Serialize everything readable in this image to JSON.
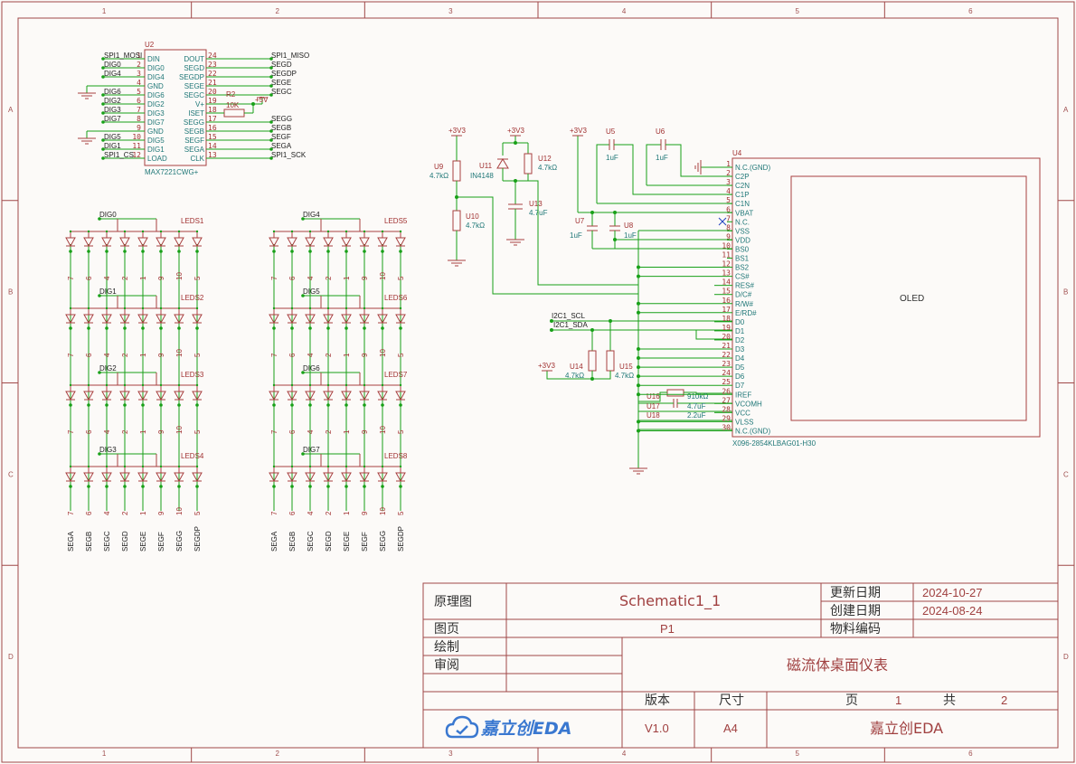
{
  "frame": {
    "col_labels": [
      "1",
      "2",
      "3",
      "4",
      "5",
      "6"
    ],
    "row_labels": [
      "A",
      "B",
      "C",
      "D"
    ]
  },
  "u2": {
    "designator": "U2",
    "part": "MAX7221CWG+",
    "left_pins": [
      {
        "num": "1",
        "name": "DIN",
        "net": "SPI1_MOSI"
      },
      {
        "num": "2",
        "name": "DIG0",
        "net": "DIG0"
      },
      {
        "num": "3",
        "name": "DIG4",
        "net": "DIG4"
      },
      {
        "num": "4",
        "name": "GND",
        "net": ""
      },
      {
        "num": "5",
        "name": "DIG6",
        "net": "DIG6"
      },
      {
        "num": "6",
        "name": "DIG2",
        "net": "DIG2"
      },
      {
        "num": "7",
        "name": "DIG3",
        "net": "DIG3"
      },
      {
        "num": "8",
        "name": "DIG7",
        "net": "DIG7"
      },
      {
        "num": "9",
        "name": "GND",
        "net": ""
      },
      {
        "num": "10",
        "name": "DIG5",
        "net": "DIG5"
      },
      {
        "num": "11",
        "name": "DIG1",
        "net": "DIG1"
      },
      {
        "num": "12",
        "name": "LOAD",
        "net": "SPI1_CS"
      }
    ],
    "right_pins": [
      {
        "num": "24",
        "name": "DOUT",
        "net": "SPI1_MISO"
      },
      {
        "num": "23",
        "name": "SEGD",
        "net": "SEGD"
      },
      {
        "num": "22",
        "name": "SEGDP",
        "net": "SEGDP"
      },
      {
        "num": "21",
        "name": "SEGE",
        "net": "SEGE"
      },
      {
        "num": "20",
        "name": "SEGC",
        "net": "SEGC"
      },
      {
        "num": "19",
        "name": "V+",
        "net": ""
      },
      {
        "num": "18",
        "name": "ISET",
        "net": ""
      },
      {
        "num": "17",
        "name": "SEGG",
        "net": "SEGG"
      },
      {
        "num": "16",
        "name": "SEGB",
        "net": "SEGB"
      },
      {
        "num": "15",
        "name": "SEGF",
        "net": "SEGF"
      },
      {
        "num": "14",
        "name": "SEGA",
        "net": "SEGA"
      },
      {
        "num": "13",
        "name": "CLK",
        "net": "SPI1_SCK"
      }
    ],
    "r2_des": "R2",
    "r2_val": "10K",
    "vplus": "+5V"
  },
  "leds": {
    "blocks": [
      {
        "des": "LEDS1",
        "dig": "DIG0"
      },
      {
        "des": "LEDS2",
        "dig": "DIG1"
      },
      {
        "des": "LEDS3",
        "dig": "DIG2"
      },
      {
        "des": "LEDS4",
        "dig": "DIG3"
      },
      {
        "des": "LEDS5",
        "dig": "DIG4"
      },
      {
        "des": "LEDS6",
        "dig": "DIG5"
      },
      {
        "des": "LEDS7",
        "dig": "DIG6"
      },
      {
        "des": "LEDS8",
        "dig": "DIG7"
      }
    ],
    "pin_nums": [
      "7",
      "6",
      "4",
      "2",
      "1",
      "9",
      "10",
      "5"
    ],
    "seg_nets": [
      "SEGA",
      "SEGB",
      "SEGC",
      "SEGD",
      "SEGE",
      "SEGF",
      "SEGG",
      "SEGDP"
    ]
  },
  "power": {
    "v33": "+3V3",
    "u9": {
      "des": "U9",
      "val": "4.7kΩ"
    },
    "u10": {
      "des": "U10",
      "val": "4.7kΩ"
    },
    "u11": {
      "des": "U11",
      "val": "IN4148"
    },
    "u12": {
      "des": "U12",
      "val": "4.7kΩ"
    },
    "u13": {
      "des": "U13",
      "val": "4.7uF"
    },
    "u5": {
      "des": "U5",
      "val": "1uF"
    },
    "u6": {
      "des": "U6",
      "val": "1uF"
    },
    "u7": {
      "des": "U7",
      "val": "1uF"
    },
    "u8": {
      "des": "U8",
      "val": "1uF"
    },
    "u14": {
      "des": "U14",
      "val": "4.7kΩ"
    },
    "u15": {
      "des": "U15",
      "val": "4.7kΩ"
    },
    "u16": {
      "des": "U16",
      "val": "910kΩ"
    },
    "u17": {
      "des": "U17",
      "val": "4.7uF"
    },
    "u18": {
      "des": "U18",
      "val": "2.2uF"
    },
    "i2c_scl": "I2C1_SCL",
    "i2c_sda": "I2C1_SDA"
  },
  "u4": {
    "designator": "U4",
    "part": "X096-2854KLBAG01-H30",
    "label": "OLED",
    "pins": [
      {
        "num": "1",
        "name": "N.C.(GND)"
      },
      {
        "num": "2",
        "name": "C2P"
      },
      {
        "num": "3",
        "name": "C2N"
      },
      {
        "num": "4",
        "name": "C1P"
      },
      {
        "num": "5",
        "name": "C1N"
      },
      {
        "num": "6",
        "name": "VBAT"
      },
      {
        "num": "7",
        "name": "N.C."
      },
      {
        "num": "8",
        "name": "VSS"
      },
      {
        "num": "9",
        "name": "VDD"
      },
      {
        "num": "10",
        "name": "BS0"
      },
      {
        "num": "11",
        "name": "BS1"
      },
      {
        "num": "12",
        "name": "BS2"
      },
      {
        "num": "13",
        "name": "CS#"
      },
      {
        "num": "14",
        "name": "RES#"
      },
      {
        "num": "15",
        "name": "D/C#"
      },
      {
        "num": "16",
        "name": "R/W#"
      },
      {
        "num": "17",
        "name": "E/RD#"
      },
      {
        "num": "18",
        "name": "D0"
      },
      {
        "num": "19",
        "name": "D1"
      },
      {
        "num": "20",
        "name": "D2"
      },
      {
        "num": "21",
        "name": "D3"
      },
      {
        "num": "22",
        "name": "D4"
      },
      {
        "num": "23",
        "name": "D5"
      },
      {
        "num": "24",
        "name": "D6"
      },
      {
        "num": "25",
        "name": "D7"
      },
      {
        "num": "26",
        "name": "IREF"
      },
      {
        "num": "27",
        "name": "VCOMH"
      },
      {
        "num": "28",
        "name": "VCC"
      },
      {
        "num": "29",
        "name": "VLSS"
      },
      {
        "num": "30",
        "name": "N.C.(GND)"
      }
    ]
  },
  "title_block": {
    "schematic_label": "原理图",
    "schematic_name": "Schematic1_1",
    "update_label": "更新日期",
    "update_date": "2024-10-27",
    "create_label": "创建日期",
    "create_date": "2024-08-24",
    "page_label": "图页",
    "page_value": "P1",
    "material_label": "物料编码",
    "drawn_label": "绘制",
    "review_label": "审阅",
    "project_title": "磁流体桌面仪表",
    "version_label": "版本",
    "size_label": "尺寸",
    "page_word": "页",
    "page_num": "1",
    "total_word": "共",
    "total_num": "2",
    "version_value": "V1.0",
    "size_value": "A4",
    "company": "嘉立创EDA",
    "logo_text": "嘉立创EDA"
  }
}
